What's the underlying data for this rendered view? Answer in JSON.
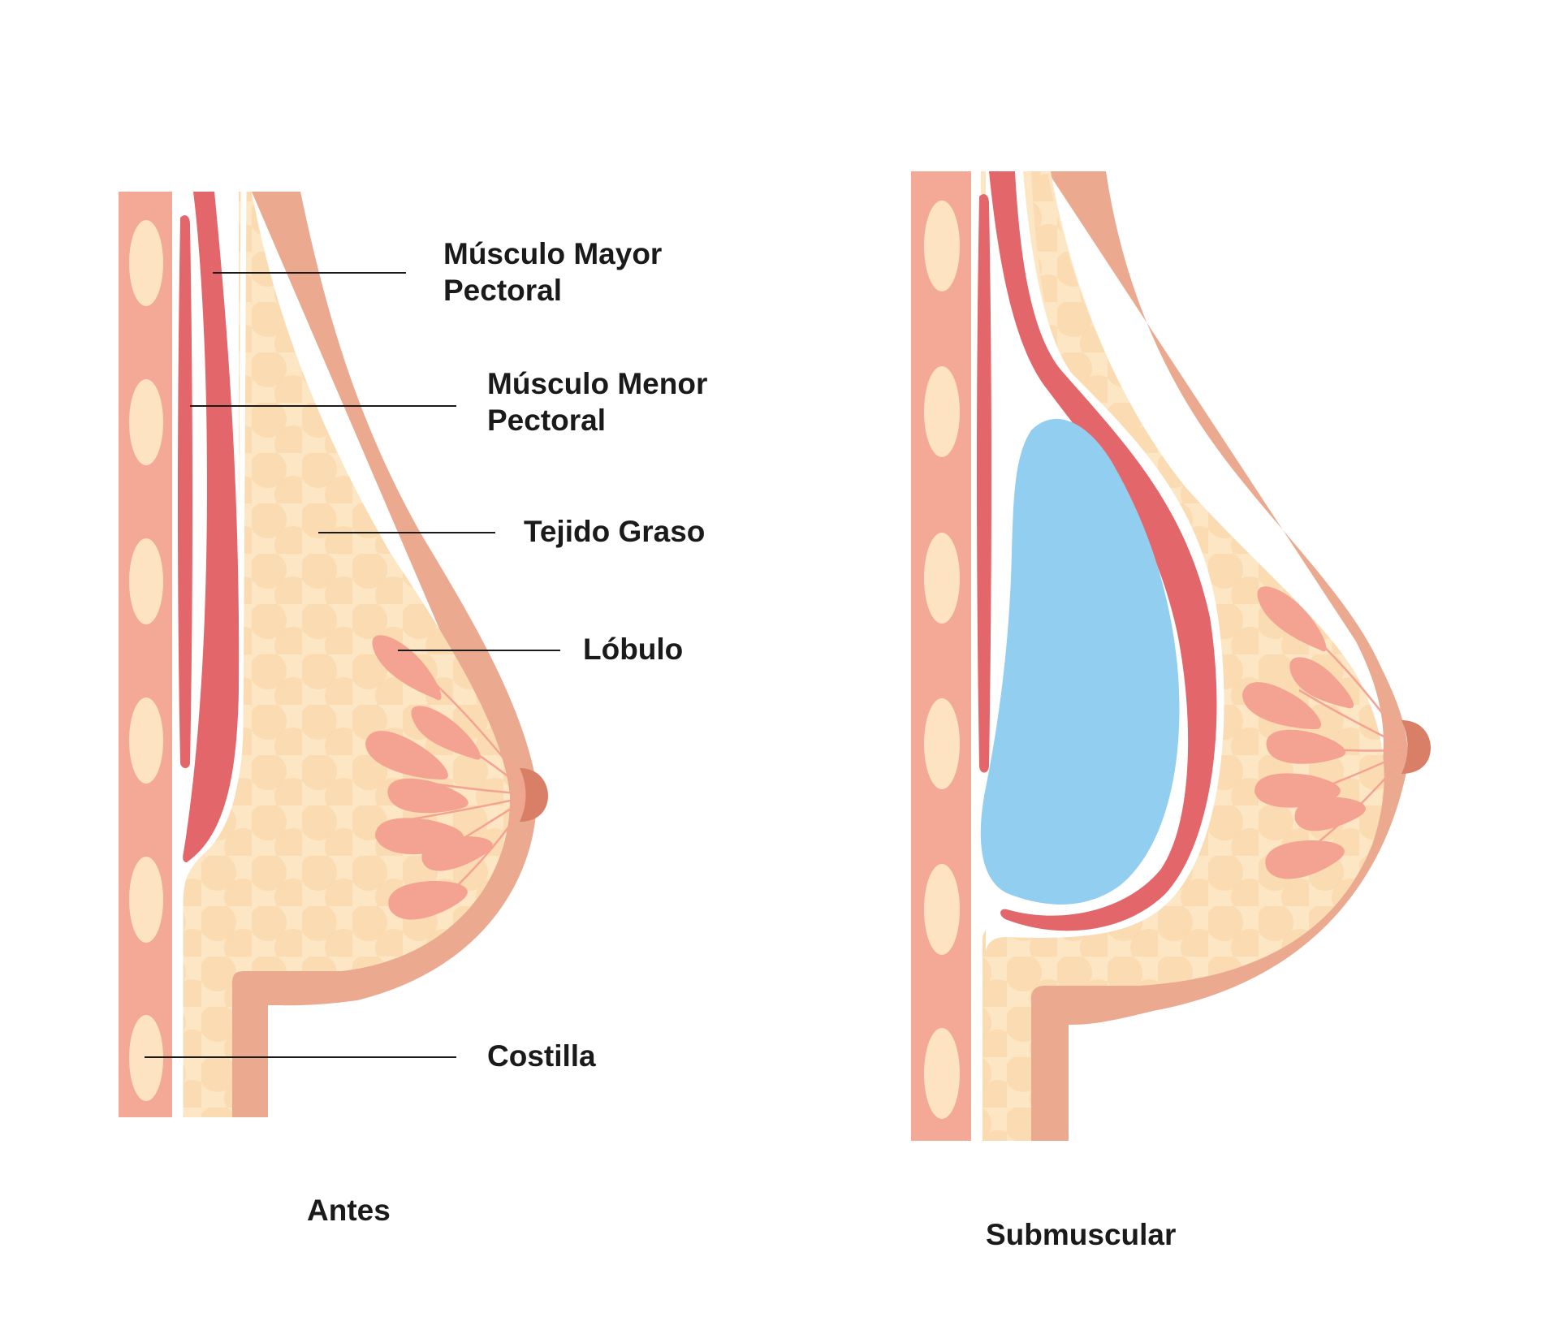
{
  "labels": {
    "pectoralis_major": [
      "Músculo Mayor",
      "Pectoral"
    ],
    "pectoralis_minor": [
      "Músculo Menor",
      "Pectoral"
    ],
    "fatty_tissue": "Tejido Graso",
    "lobule": "Lóbulo",
    "rib": "Costilla"
  },
  "captions": {
    "before": "Antes",
    "after": "Submuscular"
  },
  "colors": {
    "rib_wall": "#f4a896",
    "rib_bone": "#fde3c1",
    "fat": "#fde6c4",
    "fat_dots": "#fbd8ac",
    "skin": "#eba98f",
    "muscle": "#e2666a",
    "lobule": "#f4a393",
    "nipple": "#d97f67",
    "implant": "#92ceef",
    "leader_line": "#1a1a1a"
  }
}
